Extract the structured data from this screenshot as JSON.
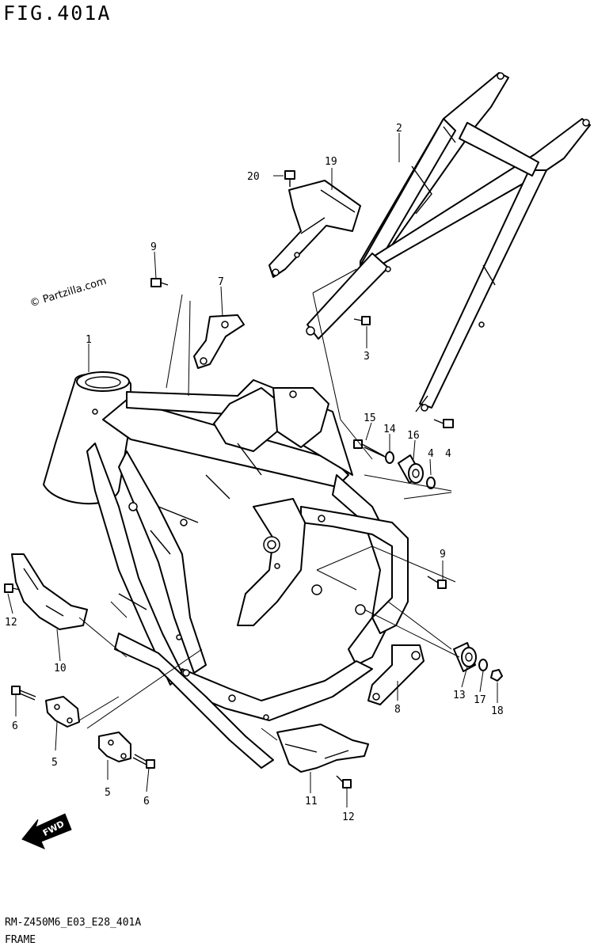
{
  "figure": {
    "title": "FIG.401A",
    "code": "RM-Z450M6_E03_E28_401A",
    "caption": "FRAME",
    "copyright": "© Partzilla.com",
    "fwd_label": "FWD"
  },
  "callouts": [
    {
      "id": "1",
      "text": "1"
    },
    {
      "id": "2",
      "text": "2"
    },
    {
      "id": "3",
      "text": "3"
    },
    {
      "id": "4a",
      "text": "4"
    },
    {
      "id": "4b",
      "text": "4"
    },
    {
      "id": "5a",
      "text": "5"
    },
    {
      "id": "5b",
      "text": "5"
    },
    {
      "id": "6a",
      "text": "6"
    },
    {
      "id": "6b",
      "text": "6"
    },
    {
      "id": "7",
      "text": "7"
    },
    {
      "id": "8",
      "text": "8"
    },
    {
      "id": "9a",
      "text": "9"
    },
    {
      "id": "9b",
      "text": "9"
    },
    {
      "id": "10",
      "text": "10"
    },
    {
      "id": "11",
      "text": "11"
    },
    {
      "id": "12a",
      "text": "12"
    },
    {
      "id": "12b",
      "text": "12"
    },
    {
      "id": "13",
      "text": "13"
    },
    {
      "id": "14",
      "text": "14"
    },
    {
      "id": "15",
      "text": "15"
    },
    {
      "id": "16",
      "text": "16"
    },
    {
      "id": "17",
      "text": "17"
    },
    {
      "id": "18",
      "text": "18"
    },
    {
      "id": "19",
      "text": "19"
    },
    {
      "id": "20",
      "text": "20"
    }
  ]
}
